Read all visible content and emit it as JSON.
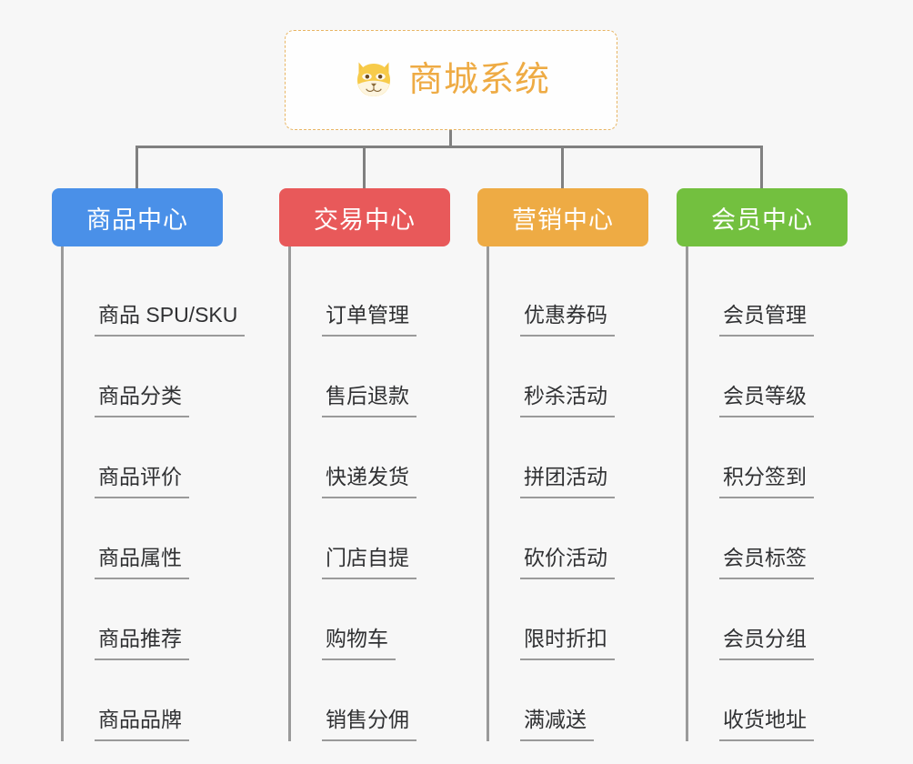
{
  "diagram": {
    "type": "mind-map",
    "background_color": "#f7f7f7",
    "root": {
      "title": "商城系统",
      "icon": "dog-face-icon",
      "text_color": "#eeab44",
      "border_color": "#e8b563"
    },
    "connector_color": "#808080",
    "branches": [
      {
        "label": "商品中心",
        "color": "#4a90e8",
        "items": [
          "商品 SPU/SKU",
          "商品分类",
          "商品评价",
          "商品属性",
          "商品推荐",
          "商品品牌"
        ]
      },
      {
        "label": "交易中心",
        "color": "#e8595a",
        "items": [
          "订单管理",
          "售后退款",
          "快递发货",
          "门店自提",
          "购物车",
          "销售分佣"
        ]
      },
      {
        "label": "营销中心",
        "color": "#eeab44",
        "items": [
          "优惠券码",
          "秒杀活动",
          "拼团活动",
          "砍价活动",
          "限时折扣",
          "满减送"
        ]
      },
      {
        "label": "会员中心",
        "color": "#73c03f",
        "items": [
          "会员管理",
          "会员等级",
          "积分签到",
          "会员标签",
          "会员分组",
          "收货地址"
        ]
      }
    ]
  }
}
